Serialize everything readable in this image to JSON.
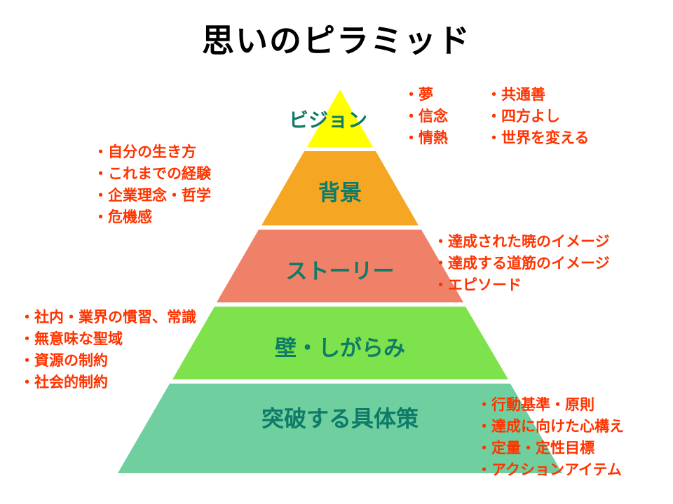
{
  "title": "思いのピラミッド",
  "colors": {
    "title_text": "#000000",
    "layer_label_text": "#0e7a68",
    "annotation_text": "#ff3300",
    "background": "#ffffff"
  },
  "pyramid": {
    "layers": [
      {
        "label": "ビジョン",
        "color": "#ffff00"
      },
      {
        "label": "背景",
        "color": "#f5a623"
      },
      {
        "label": "ストーリー",
        "color": "#ef8168"
      },
      {
        "label": "壁・しがらみ",
        "color": "#7de24b"
      },
      {
        "label": "突破する具体策",
        "color": "#6fcf9f"
      }
    ]
  },
  "annotations": [
    {
      "lines": [
        "・夢",
        "・信念",
        "・情熱"
      ]
    },
    {
      "lines": [
        "・共通善",
        "・四方よし",
        "・世界を変える"
      ]
    },
    {
      "lines": [
        "・自分の生き方",
        "・これまでの経験",
        "・企業理念・哲学",
        "・危機感"
      ]
    },
    {
      "lines": [
        "・達成された暁のイメージ",
        "・達成する道筋のイメージ",
        "・エピソード"
      ]
    },
    {
      "lines": [
        "・社内・業界の慣習、常識",
        "・無意味な聖域",
        "・資源の制約",
        "・社会的制約"
      ]
    },
    {
      "lines": [
        "・行動基準・原則",
        "・達成に向けた心構え",
        "・定量・定性目標",
        "・アクションアイテム"
      ]
    }
  ]
}
